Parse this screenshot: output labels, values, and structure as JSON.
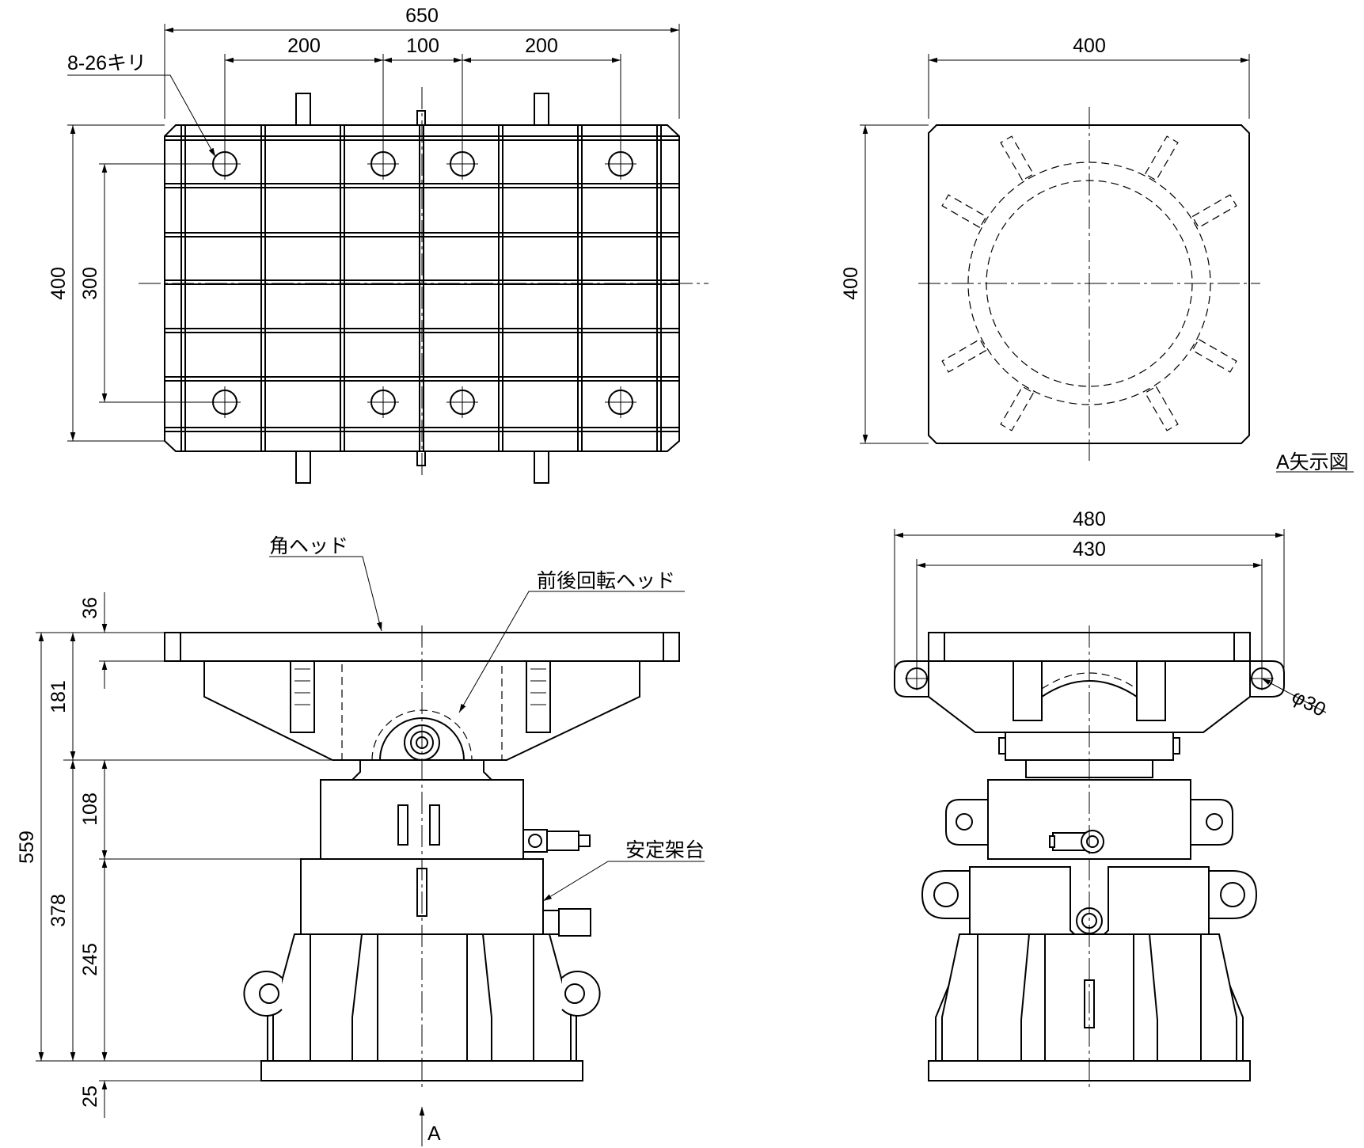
{
  "top_view": {
    "overall_width": "650",
    "spacing_left": "200",
    "spacing_middle": "100",
    "spacing_right": "200",
    "hole_note": "8-26キリ",
    "overall_height": "400",
    "hole_pitch": "300"
  },
  "a_view": {
    "width": "400",
    "height": "400",
    "caption": "A矢示図"
  },
  "front_view": {
    "label_square_head": "角ヘッド",
    "label_rotating_head": "前後回転ヘッド",
    "label_stand": "安定架台",
    "dim_36": "36",
    "dim_181": "181",
    "dim_108": "108",
    "dim_559": "559",
    "dim_378": "378",
    "dim_245": "245",
    "dim_25": "25",
    "view_arrow": "A"
  },
  "side_view": {
    "width_480": "480",
    "width_430": "430",
    "hole_dia": "φ30"
  }
}
